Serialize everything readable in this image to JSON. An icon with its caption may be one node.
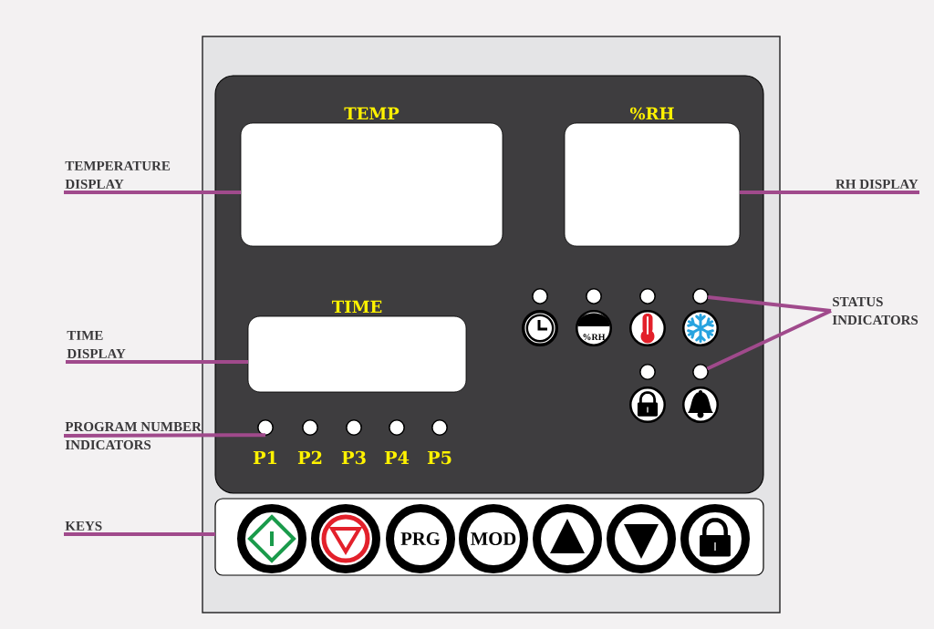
{
  "diagram": {
    "nodes": [
      {
        "text": [],
        "shape": "box"
      },
      {
        "text": [],
        "shape": "box",
        "in": 0
      },
      {
        "text": [
          "TEMPERATURE DISPLAY"
        ]
      },
      {
        "text": [
          "TEMP"
        ],
        "in": 1
      },
      {
        "text": [
          "%RH"
        ],
        "in": 1
      },
      {
        "text": [
          "RH DISPLAY"
        ]
      },
      {
        "text": [
          "TIME DISPLAY"
        ]
      },
      {
        "text": [
          "TIME"
        ],
        "in": 1
      },
      {
        "text": [],
        "shape": "circle",
        "in": 1
      },
      {
        "text": [],
        "shape": "circle",
        "in": 1
      },
      {
        "text": [],
        "shape": "circle",
        "in": 1
      },
      {
        "text": [],
        "shape": "circle",
        "in": 1
      },
      {
        "text": [
          "STATUS INDICATORS"
        ]
      },
      {
        "text": [],
        "shape": "circle",
        "in": 1
      },
      {
        "text": [
          "%RH"
        ],
        "in": 1
      },
      {
        "text": [],
        "shape": "circle",
        "in": 1
      },
      {
        "text": [],
        "shape": "circle",
        "in": 1
      },
      {
        "text": [],
        "shape": "circle",
        "in": 1
      },
      {
        "text": [],
        "shape": "circle",
        "in": 1
      },
      {
        "text": [],
        "shape": "circle",
        "in": 1
      },
      {
        "text": [],
        "shape": "circle",
        "in": 1
      },
      {
        "text": [
          "PROGRAM NUMBER INDICATORS"
        ]
      },
      {
        "text": [],
        "shape": "circle",
        "in": 1,
        "beside": [
          "P1"
        ]
      },
      {
        "text": [],
        "shape": "circle",
        "in": 1,
        "beside": [
          "P2"
        ]
      },
      {
        "text": [],
        "shape": "circle",
        "in": 1,
        "beside": [
          "P3"
        ]
      },
      {
        "text": [],
        "shape": "circle",
        "in": 1,
        "beside": [
          "P4"
        ]
      },
      {
        "text": [],
        "shape": "circle",
        "in": 1,
        "beside": [
          "P5"
        ]
      },
      {
        "text": [
          "KEYS"
        ]
      },
      {
        "text": [],
        "shape": "box",
        "in": 0
      },
      {
        "text": [],
        "shape": "circle",
        "in": 28
      },
      {
        "text": [],
        "shape": "circle",
        "in": 28
      },
      {
        "text": [
          "PRG"
        ],
        "in": 28
      },
      {
        "text": [
          "MOD"
        ],
        "in": 28
      },
      {
        "text": [],
        "shape": "circle",
        "in": 28
      },
      {
        "text": [],
        "shape": "circle",
        "in": 28
      },
      {
        "text": [],
        "shape": "circle",
        "in": 28
      }
    ],
    "edges": [
      {
        "from": 2,
        "to": 3,
        "arrow": "none"
      },
      {
        "from": 5,
        "to": 4,
        "arrow": "none"
      },
      {
        "from": 6,
        "to": 7,
        "arrow": "none"
      },
      {
        "from": 12,
        "to": 11,
        "arrow": "none"
      },
      {
        "from": 12,
        "to": 18,
        "arrow": "none"
      },
      {
        "from": 21,
        "to": 22,
        "arrow": "none"
      },
      {
        "from": 27,
        "to": 28,
        "arrow": "none"
      }
    ]
  }
}
